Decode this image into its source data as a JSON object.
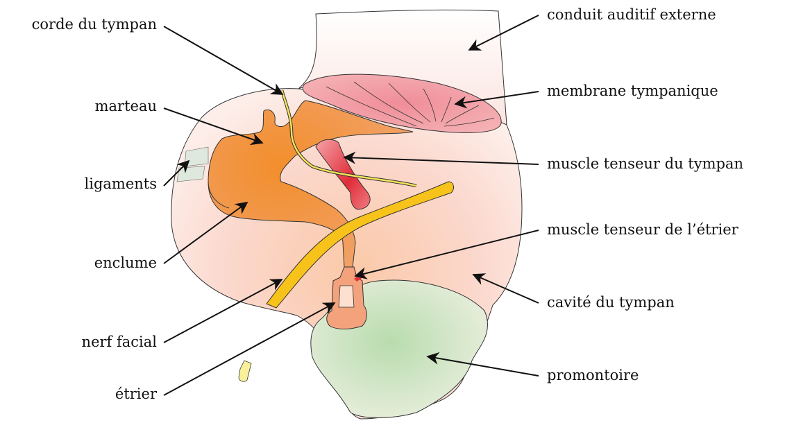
{
  "labels": {
    "corde_du_tympan": "corde du tympan",
    "marteau": "marteau",
    "ligaments": "ligaments",
    "enclume": "enclume",
    "nerf_facial": "nerf facial",
    "etrier": "étrier",
    "conduit_auditif_externe": "conduit auditif externe",
    "membrane_tympanique": "membrane tympanique",
    "muscle_tenseur_du_tympan": "muscle tenseur du tympan",
    "muscle_tenseur_de_l_etrier": "muscle tenseur de l’étrier",
    "cavite_du_tympan": "cavité du tympan",
    "promontoire": "promontoire"
  },
  "colors": {
    "cavity": "#fbd3c6",
    "canal": "#fdf0ed",
    "membrane": "#ee8f98",
    "ossicle": "#f08a2c",
    "muscle": "#e2333d",
    "nerve": "#f7c31a",
    "promontory": "#cfe3c1",
    "ligament": "#dde7dc"
  }
}
